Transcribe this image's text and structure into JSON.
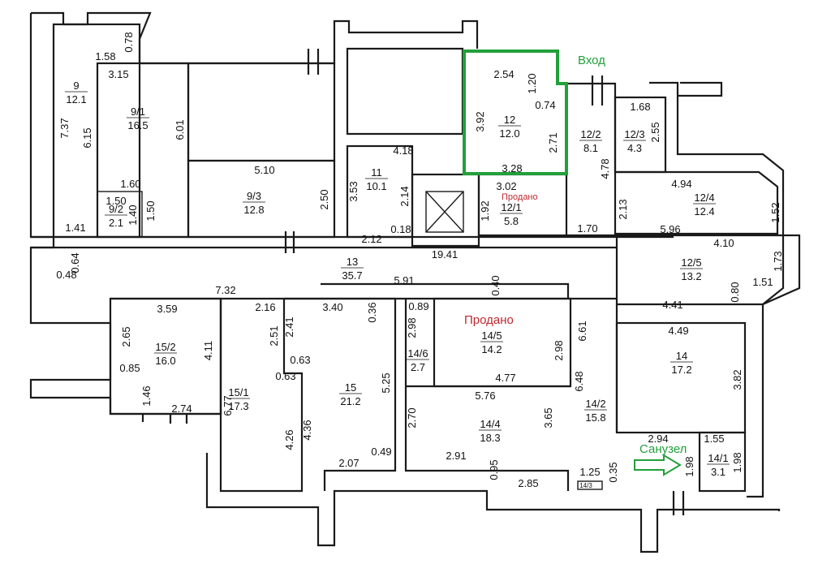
{
  "labels": {
    "entrance": "Вход",
    "sold_main": "Продано",
    "sold_small": "Продано",
    "bathroom": "Санузел"
  },
  "colors": {
    "highlight": "#22a03a",
    "sold": "#c0282f",
    "walls": "#1a1a1a"
  },
  "rooms": [
    {
      "id": "9",
      "area": "12.1"
    },
    {
      "id": "9/1",
      "area": "16.5"
    },
    {
      "id": "9/2",
      "area": "2.1"
    },
    {
      "id": "9/3",
      "area": "12.8"
    },
    {
      "id": "11",
      "area": "10.1"
    },
    {
      "id": "12",
      "area": "12.0"
    },
    {
      "id": "12/1",
      "area": "5.8"
    },
    {
      "id": "12/2",
      "area": "8.1"
    },
    {
      "id": "12/3",
      "area": "4.3"
    },
    {
      "id": "12/4",
      "area": "12.4"
    },
    {
      "id": "12/5",
      "area": "13.2"
    },
    {
      "id": "13",
      "area": "35.7"
    },
    {
      "id": "14",
      "area": "17.2"
    },
    {
      "id": "14/1",
      "area": "3.1"
    },
    {
      "id": "14/2",
      "area": "15.8"
    },
    {
      "id": "14/3",
      "area": ""
    },
    {
      "id": "14/4",
      "area": "18.3"
    },
    {
      "id": "14/5",
      "area": "14.2"
    },
    {
      "id": "14/6",
      "area": "2.7"
    },
    {
      "id": "15",
      "area": "21.2"
    },
    {
      "id": "15/1",
      "area": "17.3"
    },
    {
      "id": "15/2",
      "area": "16.0"
    }
  ],
  "dims": [
    "1.58",
    "0.78",
    "3.15",
    "7.37",
    "6.15",
    "6.01",
    "1.60",
    "1.50",
    "1.40",
    "1.50",
    "1.41",
    "5.10",
    "2.50",
    "4.18",
    "3.53",
    "2.14",
    "0.18",
    "2.12",
    "2.54",
    "1.20",
    "0.74",
    "3.92",
    "2.71",
    "3.28",
    "3.02",
    "1.92",
    "1.70",
    "4.78",
    "2.13",
    "1.68",
    "2.55",
    "4.94",
    "1.52",
    "5.96",
    "4.10",
    "1.73",
    "1.51",
    "0.80",
    "4.41",
    "19.41",
    "0.64",
    "0.48",
    "7.32",
    "5.91",
    "0.40",
    "3.59",
    "2.16",
    "3.40",
    "0.36",
    "0.89",
    "2.98",
    "2.98",
    "2.65",
    "4.11",
    "0.85",
    "1.46",
    "2.74",
    "2.51",
    "2.41",
    "0.63",
    "0.63",
    "6.77",
    "4.26",
    "4.36",
    "5.25",
    "2.07",
    "0.49",
    "4.77",
    "5.76",
    "2.70",
    "3.65",
    "2.91",
    "0.95",
    "2.85",
    "6.61",
    "6.48",
    "1.25",
    "0.35",
    "4.49",
    "3.82",
    "2.94",
    "1.55",
    "1.98",
    "1.98"
  ]
}
